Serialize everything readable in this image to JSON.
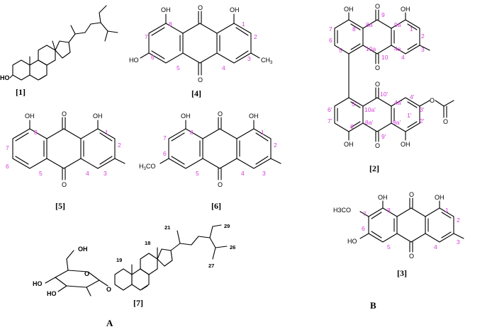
{
  "compounds": {
    "c1": {
      "id": "[1]",
      "labels": {
        "oh": "HO"
      }
    },
    "c4": {
      "id": "[4]",
      "labels": {
        "oh8": "OH",
        "oh1": "OH",
        "o9": "O",
        "o10": "O",
        "oh6": "HO",
        "ch3": "CH",
        "ch3_sub": "3"
      },
      "numbers": {
        "n1": "1",
        "n2": "2",
        "n3": "3",
        "n4": "4",
        "n5": "5",
        "n6": "6",
        "n7": "7",
        "n8": "8"
      }
    },
    "c5": {
      "id": "[5]",
      "labels": {
        "oh8": "OH",
        "oh1": "OH",
        "o9": "O",
        "o10": "O"
      },
      "numbers": {
        "n1": "1",
        "n2": "2",
        "n3": "3",
        "n4": "4",
        "n5": "5",
        "n6": "6",
        "n7": "7",
        "n8": "8"
      }
    },
    "c6": {
      "id": "[6]",
      "labels": {
        "oh8": "OH",
        "oh1": "OH",
        "o9": "O",
        "o10": "O",
        "ome": "H",
        "ome_sub": "3",
        "ome_tail": "CO"
      },
      "numbers": {
        "n1": "1",
        "n2": "2",
        "n3": "3",
        "n4": "4",
        "n5": "5",
        "n6": "6",
        "n7": "7",
        "n8": "8"
      }
    },
    "c7": {
      "id": "[7]",
      "labels": {
        "ho1": "HO",
        "ho2": "HO",
        "oh1": "OH",
        "o_ring": "O",
        "o_link": "O"
      },
      "numbers": {
        "n18": "18",
        "n19": "19",
        "n21": "21",
        "n26": "26",
        "n27": "27",
        "n29": "29"
      }
    },
    "c2": {
      "id": "[2]",
      "labels": {
        "oh8": "OH",
        "oh1": "OH",
        "o9": "O",
        "o10": "O",
        "o10p": "O",
        "o9p": "O",
        "oh8p": "OH",
        "oh1p": "OH",
        "oac": "O",
        "oac_o": "O"
      },
      "numbers": {
        "n1": "1",
        "n2": "2",
        "n3": "3",
        "n4": "4",
        "n5": "5",
        "n6": "6",
        "n7": "7",
        "n8": "8",
        "n8a": "8a",
        "n9": "9",
        "n9a": "9a",
        "n10": "10",
        "n10a": "10a",
        "n4a": "4a",
        "n1p": "1'",
        "n2p": "2'",
        "n3p": "3'",
        "n4p": "4'",
        "n4ap": "4a'",
        "n5p": "5'",
        "n6p": "6'",
        "n7p": "7'",
        "n8p": "8'",
        "n8ap": "8a'",
        "n9p": "9'",
        "n9ap": "9a'",
        "n10p": "10'",
        "n10ap": "10a'"
      }
    },
    "c3": {
      "id": "[3]",
      "labels": {
        "oh8": "OH",
        "oh1": "OH",
        "o9": "O",
        "o10": "O",
        "ome": "H3CO",
        "oh6": "HO"
      },
      "numbers": {
        "n1": "1",
        "n2": "2",
        "n3": "3",
        "n4": "4",
        "n5": "5",
        "n6": "6",
        "n7": "7",
        "n8": "8"
      }
    }
  },
  "panels": {
    "a": "A",
    "b": "B"
  }
}
